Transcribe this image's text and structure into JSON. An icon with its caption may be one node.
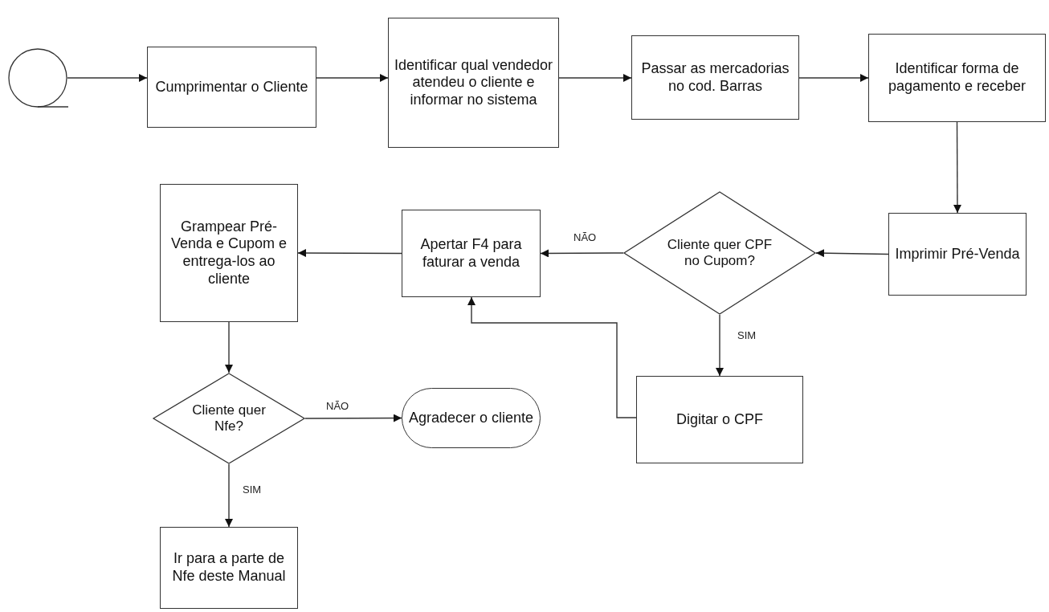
{
  "diagram": {
    "nodes": [
      {
        "text": [],
        "shape": "circle"
      },
      {
        "text": [
          "Cumprimentar o Cliente"
        ]
      },
      {
        "text": [
          "Identificar qual vendedor atendeu o cliente e informar no sistema"
        ]
      },
      {
        "text": [
          "Passar as mercadorias no cod. Barras"
        ]
      },
      {
        "text": [
          "Identificar forma de pagamento e receber"
        ]
      },
      {
        "text": [
          "Imprimir Pré-Venda"
        ]
      },
      {
        "text": [
          "Cliente quer CPF no Cupom?"
        ]
      },
      {
        "text": [
          "Apertar F4 para faturar a venda"
        ]
      },
      {
        "text": [
          "Grampear Pré-Venda e Cupom e entrega-los ao cliente"
        ]
      },
      {
        "text": [
          "Digitar o CPF"
        ]
      },
      {
        "text": [
          "Cliente quer Nfe?"
        ]
      },
      {
        "text": [
          "Agradecer o cliente"
        ]
      },
      {
        "text": [
          "Ir para a parte de Nfe deste Manual"
        ]
      }
    ],
    "edges": [
      {
        "from": 0,
        "to": 1,
        "arrow": "to"
      },
      {
        "from": 1,
        "to": 2,
        "arrow": "to"
      },
      {
        "from": 2,
        "to": 3,
        "arrow": "to"
      },
      {
        "from": 3,
        "to": 4,
        "arrow": "to"
      },
      {
        "from": 4,
        "to": 5,
        "arrow": "to"
      },
      {
        "from": 5,
        "to": 6,
        "arrow": "to"
      },
      {
        "from": 6,
        "to": 7,
        "arrow": "to",
        "label": "NÃO"
      },
      {
        "from": 6,
        "to": 9,
        "arrow": "to",
        "label": "SIM"
      },
      {
        "from": 9,
        "to": 7,
        "arrow": "to"
      },
      {
        "from": 7,
        "to": 8,
        "arrow": "to"
      },
      {
        "from": 8,
        "to": 10,
        "arrow": "to"
      },
      {
        "from": 10,
        "to": 11,
        "arrow": "to",
        "label": "NÃO"
      },
      {
        "from": 10,
        "to": 12,
        "arrow": "to",
        "label": "SIM"
      }
    ]
  }
}
